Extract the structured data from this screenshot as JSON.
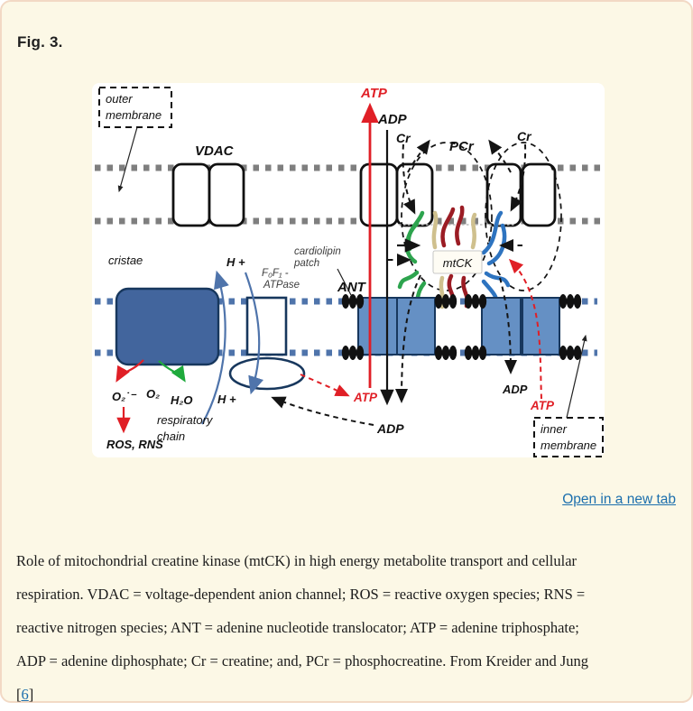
{
  "theme": {
    "page-bg": "#fcf8e6",
    "page-border": "#f2d9c5",
    "panel-bg": "#ffffff",
    "text": "#1f1f1f",
    "link": "#1c6fad",
    "red": "#e01f26",
    "green": "#1faa3c",
    "steel": "#4f74ab",
    "navy": "#17375d",
    "mem-gray": "#7f7f7f",
    "protein-fill": "#42659d",
    "ant-fill": "#6590c4",
    "label-gray": "#3d3d3d",
    "ribbon-green": "#2da44e",
    "ribbon-red": "#9b1c24",
    "ribbon-blue": "#2e74c0",
    "ribbon-tan": "#cfc08e"
  },
  "figure": {
    "label": "Fig. 3.",
    "open_in_new_tab": "Open in a new tab"
  },
  "diagram": {
    "labels": {
      "atp_top": "ATP",
      "adp_top": "ADP",
      "cr_left": "Cr",
      "pcr": "PCr",
      "cr_right": "Cr",
      "vdac": "VDAC",
      "outer_membrane_line1": "outer",
      "outer_membrane_line2": "membrane",
      "cristae": "cristae",
      "h_plus_out": "H +",
      "h_plus_in": "H +",
      "f0f1_line1": "F₀F₁ -",
      "f0f1_line2": "ATPase",
      "cardiolipin_line1": "cardiolipin",
      "cardiolipin_line2": "patch",
      "ant": "ANT",
      "mtck": "mtCK",
      "superoxide": "O₂˙⁻",
      "o2": "O₂",
      "h2o": "H₂O",
      "respiratory_line1": "respiratory",
      "respiratory_line2": "chain",
      "ros_rns": "ROS, RNS",
      "atp_matrix": "ATP",
      "adp_matrix": "ADP",
      "adp_right": "ADP",
      "atp_right": "ATP",
      "inner_membrane_line1": "inner",
      "inner_membrane_line2": "membrane"
    }
  },
  "caption": {
    "lines": [
      "Role of mitochondrial creatine kinase (mtCK) in high energy metabolite transport and cellular",
      "respiration. VDAC = voltage-dependent anion channel; ROS = reactive oxygen species; RNS =",
      "reactive nitrogen species; ANT = adenine nucleotide translocator; ATP = adenine triphosphate;",
      "ADP = adenine diphosphate; Cr = creatine; and, PCr = phosphocreatine. From Kreider and Jung"
    ],
    "ref_open": "[",
    "ref_label": "6",
    "ref_close": "]"
  }
}
